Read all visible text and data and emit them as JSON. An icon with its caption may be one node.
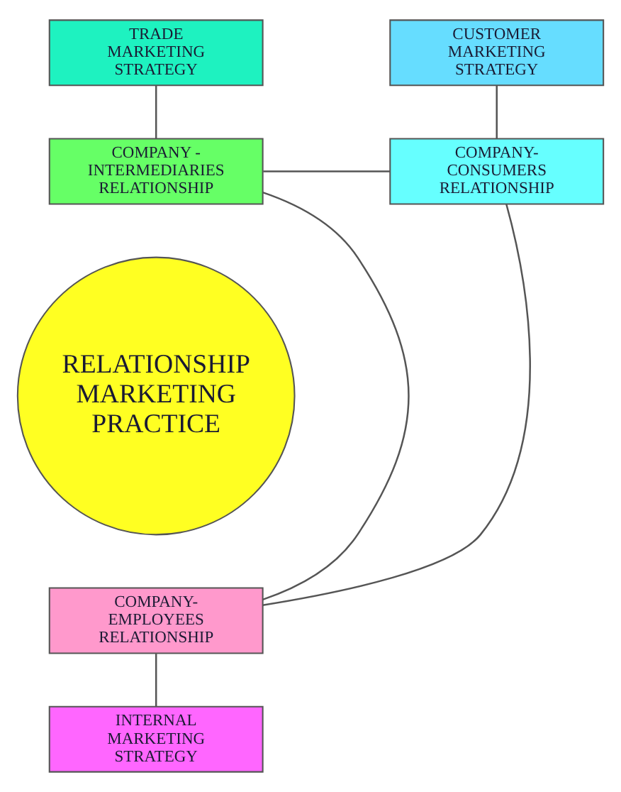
{
  "diagram": {
    "nodes": [
      {
        "text": [
          "TRADE MARKETING STRATEGY"
        ]
      },
      {
        "text": [
          "CUSTOMER MARKETING STRATEGY"
        ]
      },
      {
        "text": [
          "COMPANY - INTERMEDIARIES RELATIONSHIP"
        ]
      },
      {
        "text": [
          "COMPANY- CONSUMERS RELATIONSHIP"
        ]
      },
      {
        "text": [
          "RELATIONSHIP MARKETING PRACTICE"
        ]
      },
      {
        "text": [
          "COMPANY- EMPLOYEES RELATIONSHIP"
        ]
      },
      {
        "text": [
          "INTERNAL MARKETING STRATEGY"
        ]
      }
    ],
    "edges": [
      {
        "from": 0,
        "to": 2,
        "arrow": "none"
      },
      {
        "from": 1,
        "to": 3,
        "arrow": "none"
      },
      {
        "from": 2,
        "to": 3,
        "arrow": "none"
      },
      {
        "from": 2,
        "to": 5,
        "arrow": "none"
      },
      {
        "from": 3,
        "to": 5,
        "arrow": "none"
      },
      {
        "from": 5,
        "to": 6,
        "arrow": "none"
      }
    ]
  }
}
